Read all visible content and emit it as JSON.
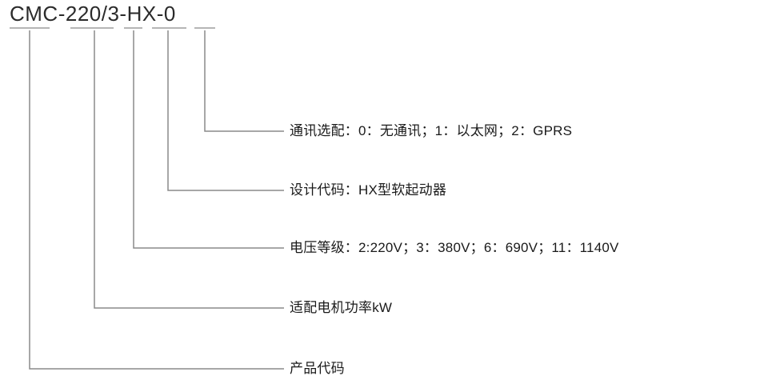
{
  "diagram": {
    "model_title": "CMC-220/3-HX-0",
    "segments": [
      {
        "id": "product-code",
        "text": "CMC"
      },
      {
        "id": "motor-power",
        "text": "220"
      },
      {
        "id": "voltage-level",
        "text": "/3"
      },
      {
        "id": "design-code",
        "text": "HX"
      },
      {
        "id": "comm-option",
        "text": "0"
      }
    ],
    "callouts": [
      {
        "id": "comm-option",
        "label": "通讯选配：0：无通讯；1：以太网；2：GPRS"
      },
      {
        "id": "design-code",
        "label": "设计代码：HX型软起动器"
      },
      {
        "id": "voltage-level",
        "label": "电压等级：2:220V；3：380V；6：690V；11：1140V"
      },
      {
        "id": "motor-power",
        "label": "适配电机功率kW"
      },
      {
        "id": "product-code",
        "label": "产品代码"
      }
    ],
    "colors": {
      "line": "#8a8a8a",
      "underline": "#6e6e6e",
      "title_text": "#2b2b2b",
      "label_text": "#1a1a1a",
      "background": "#ffffff"
    }
  }
}
